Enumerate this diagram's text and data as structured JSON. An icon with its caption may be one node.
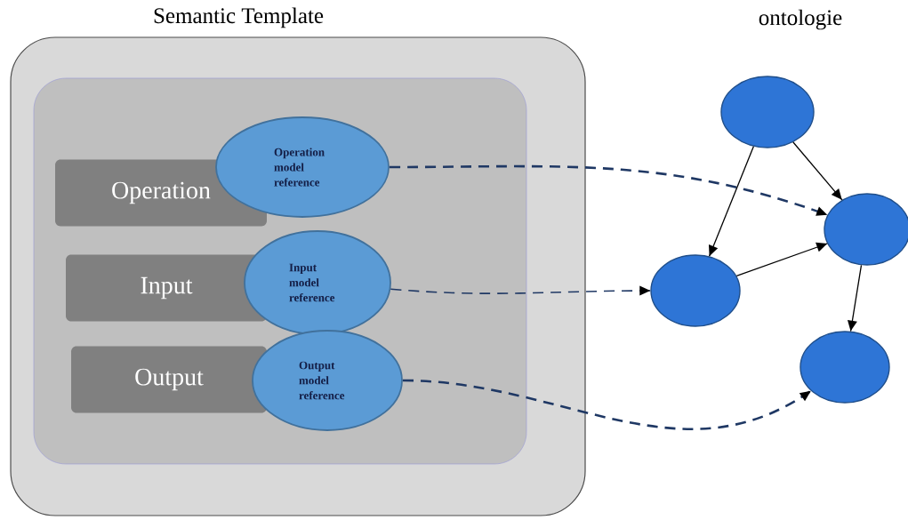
{
  "diagram": {
    "nodes": [
      {
        "text": [
          "Semantic Template"
        ]
      },
      {
        "text": [],
        "shape": "box",
        "in": 0
      },
      {
        "text": [
          "Operation"
        ],
        "in": 1
      },
      {
        "text": [
          "Operation model reference"
        ],
        "in": 1
      },
      {
        "text": [
          "Input"
        ],
        "in": 1
      },
      {
        "text": [
          "Input model reference"
        ],
        "in": 1
      },
      {
        "text": [
          "Output"
        ],
        "in": 1
      },
      {
        "text": [
          "Output model reference"
        ],
        "in": 1
      },
      {
        "text": [],
        "shape": "circle"
      },
      {
        "text": [],
        "shape": "circle"
      },
      {
        "text": [],
        "shape": "circle"
      },
      {
        "text": [],
        "shape": "circle"
      }
    ],
    "edges": [
      {
        "from": 8,
        "to": 10,
        "arrow": "to"
      },
      {
        "from": 8,
        "to": 9,
        "arrow": "to"
      },
      {
        "from": 10,
        "to": 9,
        "arrow": "to"
      },
      {
        "from": 9,
        "to": 11,
        "arrow": "to"
      },
      {
        "from": 3,
        "to": 9,
        "arrow": "to",
        "style": "dashed",
        "color": "#1f3864"
      },
      {
        "from": 5,
        "to": 10,
        "arrow": "to",
        "style": "dashed",
        "color": "#1f3864"
      },
      {
        "from": 7,
        "to": 11,
        "arrow": "to",
        "style": "dashed",
        "color": "#1f3864"
      }
    ],
    "labels": [
      "ontologie"
    ]
  }
}
